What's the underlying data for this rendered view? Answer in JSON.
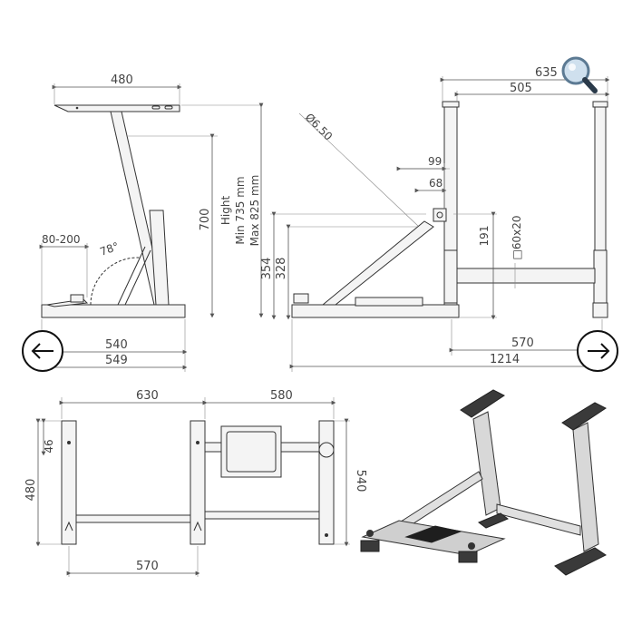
{
  "viewer": {
    "zoom_icon": "magnifier-icon",
    "prev_icon": "arrow-left-icon",
    "next_icon": "arrow-right-icon"
  },
  "side_view": {
    "top_width": "480",
    "height": "700",
    "adjust_text": [
      "Hight",
      "Min 735 mm",
      "Max 825 mm"
    ],
    "foot_range": "80-200",
    "angle": "78°",
    "base_540": "540",
    "base_549": "549"
  },
  "front_view": {
    "diameter": "Ø6.50",
    "d354": "354",
    "d328": "328",
    "d99": "99",
    "d68": "68",
    "d191": "191",
    "tube": "□60x20",
    "d635": "635",
    "d505": "505",
    "d570": "570",
    "d1214": "1214"
  },
  "top_view": {
    "d630": "630",
    "d580": "580",
    "d46": "46",
    "d480": "480",
    "d540": "540",
    "d570": "570"
  }
}
